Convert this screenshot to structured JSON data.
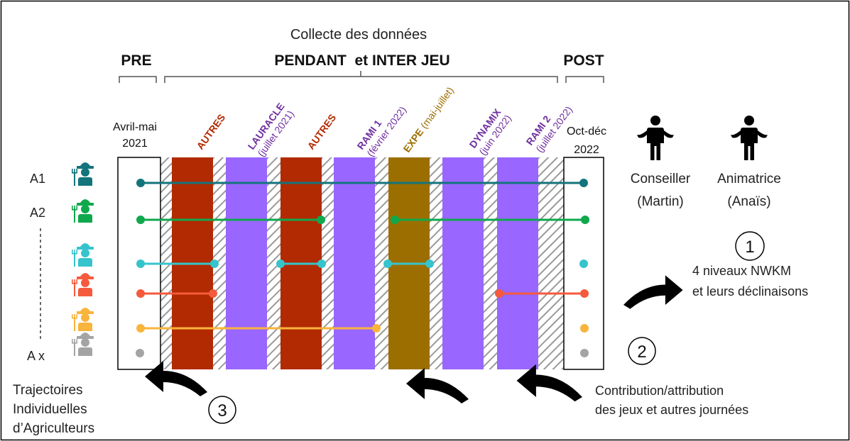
{
  "header": {
    "collection_title": "Collecte des données",
    "phase_pre": "PRE",
    "phase_during": "PENDANT  et INTER JEU",
    "phase_post": "POST",
    "date_pre_line1": "Avril-mai",
    "date_pre_line2": "2021",
    "date_post_line1": "Oct-déc",
    "date_post_line2": "2022"
  },
  "columns": [
    {
      "title": "AUTRES",
      "subtitle": "",
      "kind": "autres",
      "color": "#b22a02"
    },
    {
      "title": "LAURACLE",
      "subtitle": "(juillet 2021)",
      "kind": "jeu",
      "color": "#9966ff"
    },
    {
      "title": "AUTRES",
      "subtitle": "",
      "kind": "autres",
      "color": "#b22a02"
    },
    {
      "title": "RAMI 1",
      "subtitle": "(février 2022)",
      "kind": "jeu",
      "color": "#9966ff"
    },
    {
      "title": "EXPE",
      "subtitle": "(mai-juillet)",
      "kind": "expe",
      "color": "#9c6e00"
    },
    {
      "title": "DYNAMIX",
      "subtitle": "(juin 2022)",
      "kind": "jeu",
      "color": "#9966ff"
    },
    {
      "title": "RAMI 2",
      "subtitle": "(juillet 2022)",
      "kind": "jeu",
      "color": "#9966ff"
    }
  ],
  "farmers": [
    {
      "label": "A1",
      "color": "#14747c"
    },
    {
      "label": "A2",
      "color": "#0fa84c"
    },
    {
      "label": "",
      "color": "#36c4cc"
    },
    {
      "label": "",
      "color": "#f55a3c"
    },
    {
      "label": "",
      "color": "#f9b43c"
    },
    {
      "label": "A x",
      "color": "#a4a4a4"
    }
  ],
  "actors": [
    {
      "name": "Conseiller",
      "detail": "(Martin)"
    },
    {
      "name": "Animatrice",
      "detail": "(Anaïs)"
    }
  ],
  "steps": {
    "step1_number": "1",
    "step1_text_line1": "4 niveaux NWKM",
    "step1_text_line2": "et leurs déclinaisons",
    "step2_number": "2",
    "step2_text_line1": "Contribution/attribution",
    "step2_text_line2": "des jeux et autres journées",
    "step3_number": "3",
    "step3_text_line1": "Trajectoires",
    "step3_text_line2": "Individuelles",
    "step3_text_line3": "d’Agriculteurs"
  },
  "colors": {
    "autres": "#b22a02",
    "jeu": "#9966ff",
    "expe": "#9c6e00",
    "jeu_label": "#7030a0",
    "hatch_line": "#9a9a9a"
  }
}
